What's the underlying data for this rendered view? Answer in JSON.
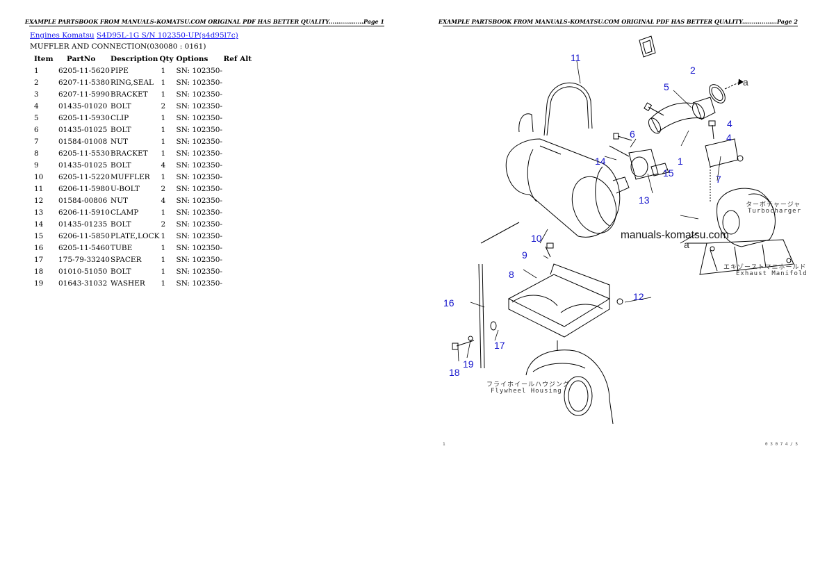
{
  "page1": {
    "header": "EXAMPLE PARTSBOOK FROM MANUALS-KOMATSU.COM ORIGINAL PDF HAS BETTER QUALITY..................Page 1",
    "breadcrumb": {
      "link1": "Engines Komatsu",
      "link2": "S4D95L-1G S/N 102350-UP(s4d95l7c)"
    },
    "subtitle": "MUFFLER AND CONNECTION(030080 : 0161)",
    "columns": [
      "Item",
      "PartNo",
      "Description",
      "Qty",
      "Options",
      "Ref Alt"
    ],
    "rows": [
      [
        "1",
        "6205-11-5620",
        "PIPE",
        "1",
        "SN: 102350-"
      ],
      [
        "2",
        "6207-11-5380",
        "RING,SEAL",
        "1",
        "SN: 102350-"
      ],
      [
        "3",
        "6207-11-5990",
        "BRACKET",
        "1",
        "SN: 102350-"
      ],
      [
        "4",
        "01435-01020",
        "BOLT",
        "2",
        "SN: 102350-"
      ],
      [
        "5",
        "6205-11-5930",
        "CLIP",
        "1",
        "SN: 102350-"
      ],
      [
        "6",
        "01435-01025",
        "BOLT",
        "1",
        "SN: 102350-"
      ],
      [
        "7",
        "01584-01008",
        "NUT",
        "1",
        "SN: 102350-"
      ],
      [
        "8",
        "6205-11-5530",
        "BRACKET",
        "1",
        "SN: 102350-"
      ],
      [
        "9",
        "01435-01025",
        "BOLT",
        "4",
        "SN: 102350-"
      ],
      [
        "10",
        "6205-11-5220",
        "MUFFLER",
        "1",
        "SN: 102350-"
      ],
      [
        "11",
        "6206-11-5980",
        "U-BOLT",
        "2",
        "SN: 102350-"
      ],
      [
        "12",
        "01584-00806",
        "NUT",
        "4",
        "SN: 102350-"
      ],
      [
        "13",
        "6206-11-5910",
        "CLAMP",
        "1",
        "SN: 102350-"
      ],
      [
        "14",
        "01435-01235",
        "BOLT",
        "2",
        "SN: 102350-"
      ],
      [
        "15",
        "6206-11-5850",
        "PLATE,LOCK",
        "1",
        "SN: 102350-"
      ],
      [
        "16",
        "6205-11-5460",
        "TUBE",
        "1",
        "SN: 102350-"
      ],
      [
        "17",
        "175-79-33240",
        "SPACER",
        "1",
        "SN: 102350-"
      ],
      [
        "18",
        "01010-51050",
        "BOLT",
        "1",
        "SN: 102350-"
      ],
      [
        "19",
        "01643-31032",
        "WASHER",
        "1",
        "SN: 102350-"
      ]
    ]
  },
  "page2": {
    "header": "EXAMPLE PARTSBOOK FROM MANUALS-KOMATSU.COM ORIGINAL PDF HAS BETTER QUALITY..................Page 2",
    "watermark": "manuals-komatsu.com",
    "callouts": {
      "c1": "1",
      "c2": "2",
      "c4a": "4",
      "c4b": "4",
      "c5": "5",
      "c6": "6",
      "c7": "7",
      "c8": "8",
      "c9": "9",
      "c10": "10",
      "c11": "11",
      "c12": "12",
      "c13": "13",
      "c14": "14",
      "c15": "15",
      "c16": "16",
      "c17": "17",
      "c18": "18",
      "c19": "19"
    },
    "labels": {
      "turbo_jp": "ターボチャージャ",
      "turbo_en": "Turbocharger",
      "exhaust_jp": "エキゾーストマニホールド",
      "exhaust_en": "Exhaust Manifold",
      "flywheel_jp": "フライホイールハウジング",
      "flywheel_en": "Flywheel Housing",
      "ref_a_top": "a",
      "ref_a_mid": "a"
    },
    "footer_left": "1",
    "footer_right": "0 3 0 7 4 / 5"
  }
}
